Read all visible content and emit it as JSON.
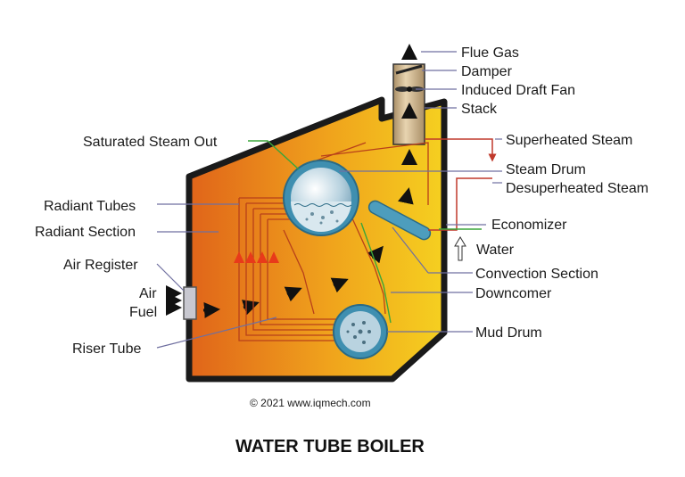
{
  "diagram": {
    "title": "WATER TUBE BOILER",
    "copyright": "© 2021 www.iqmech.com",
    "labels": {
      "flue_gas": "Flue Gas",
      "damper": "Damper",
      "induced_draft_fan": "Induced Draft Fan",
      "stack": "Stack",
      "saturated_steam_out": "Saturated Steam Out",
      "superheated_steam": "Superheated Steam",
      "steam_drum": "Steam Drum",
      "desuperheated_steam": "Desuperheated Steam",
      "radiant_tubes": "Radiant Tubes",
      "radiant_section": "Radiant Section",
      "economizer": "Economizer",
      "water": "Water",
      "air_register": "Air Register",
      "air": "Air",
      "fuel": "Fuel",
      "convection_section": "Convection Section",
      "downcomer": "Downcomer",
      "riser_tube": "Riser Tube",
      "mud_drum": "Mud Drum"
    },
    "colors": {
      "furnace_hot": "#e0641a",
      "furnace_warm": "#f5d020",
      "drum": "#3f8fb0",
      "stack": "#c9b089",
      "leader": "#6f6fa0"
    }
  }
}
